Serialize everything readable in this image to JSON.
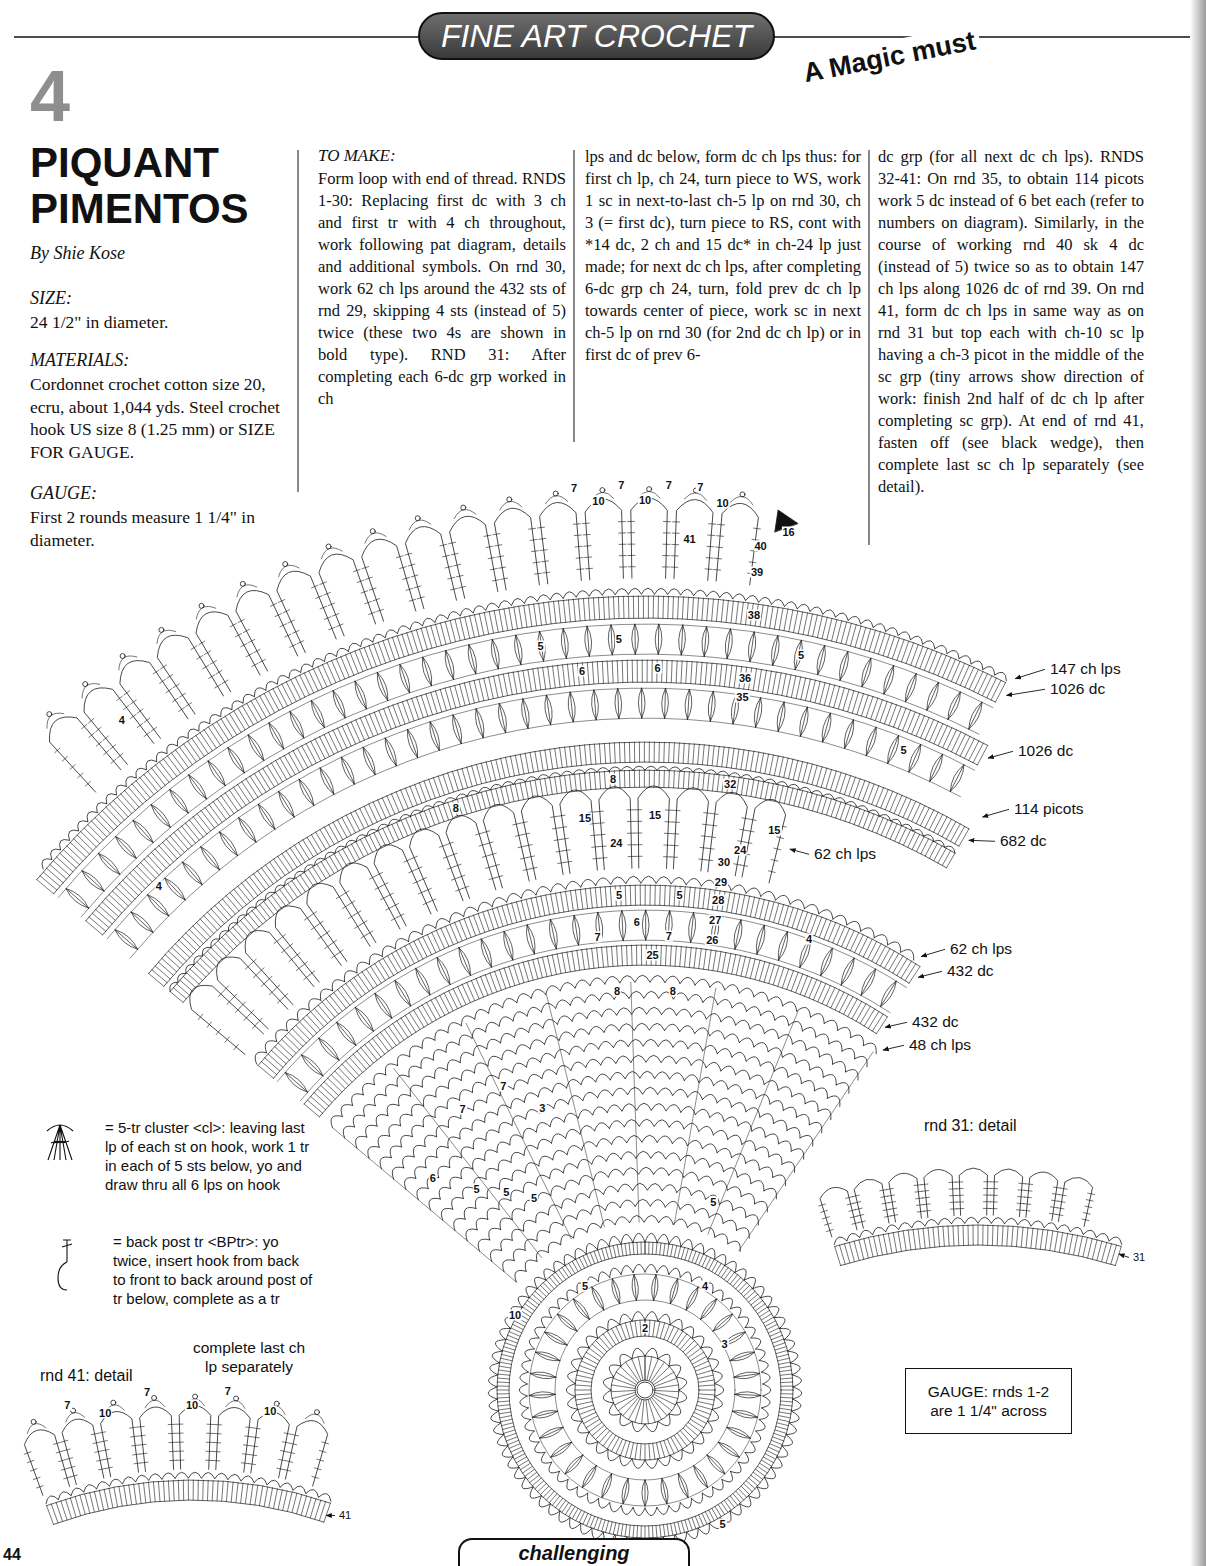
{
  "diagram": {
    "title": "PIQUANT PIMENTOS",
    "nodes": [
      {
        "text": [
          "FINE ART CROCHET"
        ]
      },
      {
        "text": [
          "GAUGE: rnds 1-2 are 1 1/4\" across"
        ]
      },
      {
        "text": [
          "challenging"
        ]
      }
    ],
    "labels": [
      "A Magic must",
      "4",
      "By Shie Kose",
      "SIZE:",
      "24 1/2\" in diameter.",
      "MATERIALS:",
      "Cordonnet crochet cotton size 20, ecru, about 1,044 yds. Steel crochet hook US size 8 (1.25 mm) or SIZE FOR GAUGE.",
      "GAUGE:",
      "First 2 rounds measure 1 1/4\" in diameter.",
      "TO MAKE:",
      "Form loop with end of thread. RNDS 1-30: Replacing first dc with 3 ch and first tr with 4 ch throughout, work following pat diagram, details and additional symbols. On rnd 30, work 62 ch lps around the 432 sts of rnd 29, skipping 4 sts (instead of 5) twice (these two 4s are shown in bold type). RND 31: After completing each 6-dc grp worked in ch",
      "lps and dc below, form dc ch lps thus: for first ch lp, ch 24, turn piece to WS, work 1 sc in next-to-last ch-5 lp on rnd 30, ch 3 (= first dc), turn piece to RS, cont with *14 dc, 2 ch and 15 dc* in ch-24 lp just made; for next dc ch lps, after completing 6-dc grp ch 24, turn, fold prev dc ch lp towards center of piece, work sc in next ch-5 lp on rnd 30 (for 2nd dc ch lp) or in first dc of prev 6-",
      "dc grp (for all next dc ch lps). RNDS 32-41: On rnd 35, to obtain 114 picots work 5 dc instead of 6 bet each (refer to numbers on diagram). Similarly, in the course of working rnd 40 sk 4 dc (instead of 5) twice so as to obtain 147 ch lps along 1026 dc of rnd 39. On rnd 41, form dc ch lps in same way as on rnd 31 but top each with ch-10 sc lp having a ch-3 picot in the middle of the sc grp (tiny arrows show direction of work: finish 2nd half of dc ch lp after completing sc grp). At end of rnd 41, fasten off (see black wedge), then complete last sc ch lp separately (see detail).",
      "147 ch lps",
      "1026 dc",
      "1026 dc",
      "114 picots",
      "682 dc",
      "62 ch lps",
      "62 ch lps",
      "432 dc",
      "432 dc",
      "48 ch lps",
      "rnd 31: detail",
      "rnd 41: detail",
      "complete last ch lp separately",
      "31",
      "41",
      "44",
      "41",
      "40",
      "39",
      "38",
      "36",
      "35",
      "32",
      "30",
      "29",
      "28",
      "27",
      "26",
      "25",
      "7",
      "10",
      "7",
      "10",
      "7",
      "7",
      "10",
      "16",
      "5",
      "5",
      "5",
      "6",
      "6",
      "5",
      "8",
      "8",
      "15",
      "15",
      "15",
      "24",
      "24",
      "5",
      "5",
      "7",
      "7",
      "6",
      "4",
      "8",
      "8",
      "4",
      "4",
      "7",
      "7",
      "6",
      "5",
      "5",
      "5",
      "3",
      "5",
      "5",
      "4",
      "3",
      "2",
      "10",
      "5",
      "7",
      "10",
      "7",
      "10",
      "7",
      "10"
    ],
    "legend": [
      {
        "text": "= 5-tr cluster <cl>: leaving last lp of each st on hook, work 1 tr in each of 5 sts below, yo and draw thru all 6 lps on hook"
      },
      {
        "text": "= back post tr <BPtr>: yo twice, insert hook from back to front to back around post of tr below, complete as a tr"
      }
    ]
  }
}
